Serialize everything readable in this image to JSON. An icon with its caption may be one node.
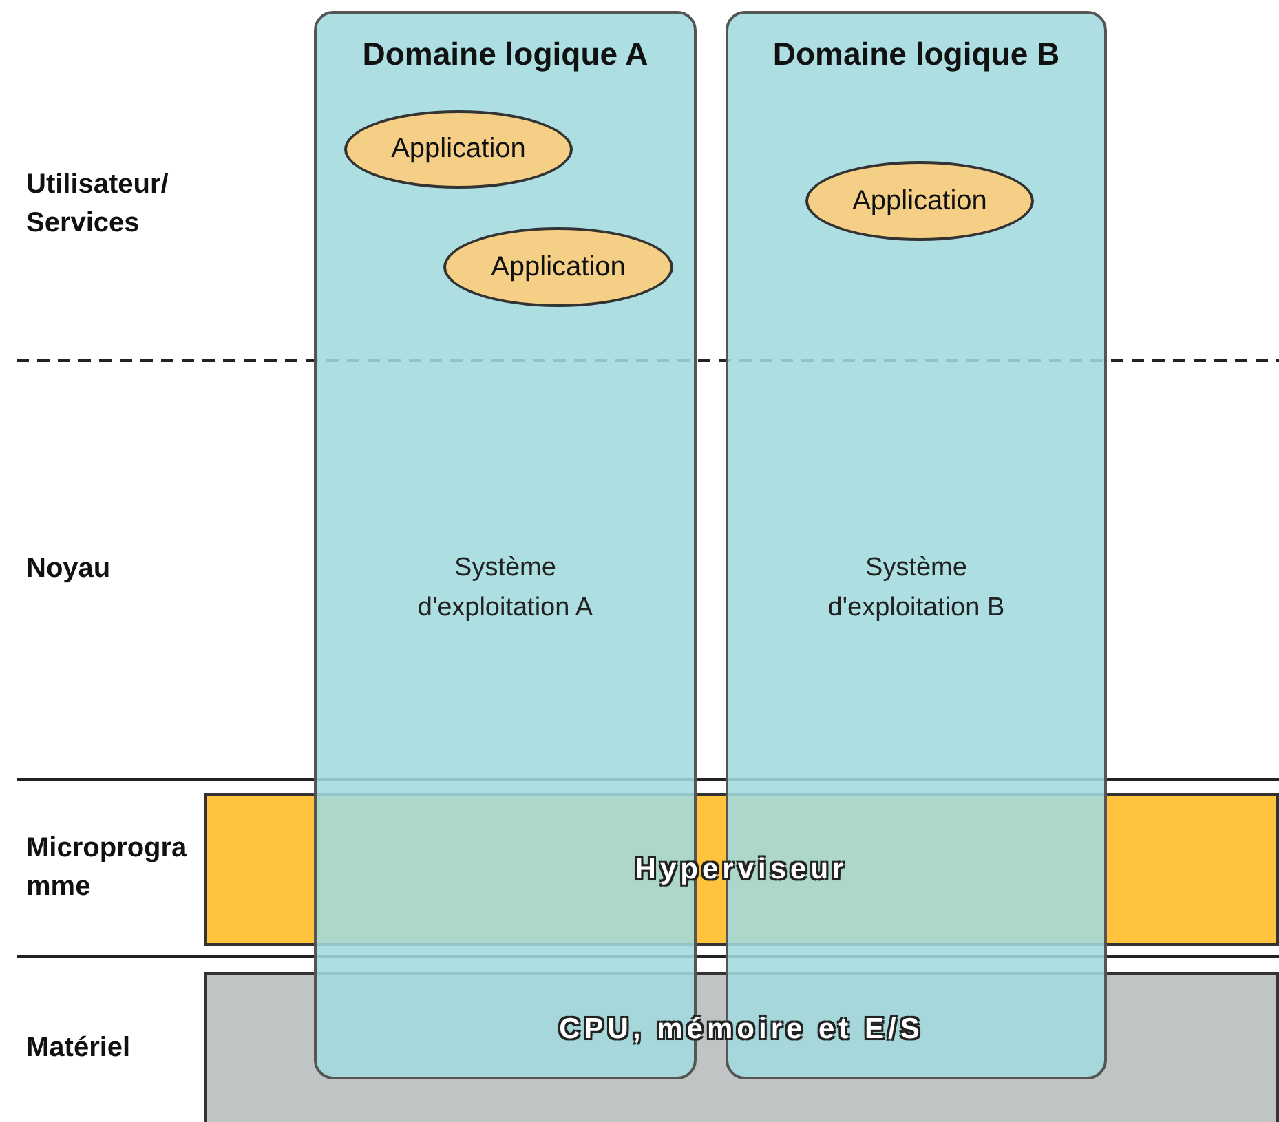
{
  "diagram": {
    "nodes": [
      {
        "text": [
          "Domaine logique A",
          "Système d'exploitation A"
        ]
      },
      {
        "text": [
          "Application"
        ],
        "in": 0
      },
      {
        "text": [
          "Application"
        ],
        "in": 0
      },
      {
        "text": [
          "Domaine logique B",
          "Système d'exploitation B"
        ]
      },
      {
        "text": [
          "Application"
        ],
        "in": 3
      },
      {
        "text": [
          "Hyperviseur"
        ]
      },
      {
        "text": [
          "CPU, mémoire et E/S"
        ]
      }
    ],
    "edges": [],
    "labels": [
      "Utilisateur/ Services",
      "Noyau",
      "Microprogramme",
      "Matériel"
    ]
  }
}
